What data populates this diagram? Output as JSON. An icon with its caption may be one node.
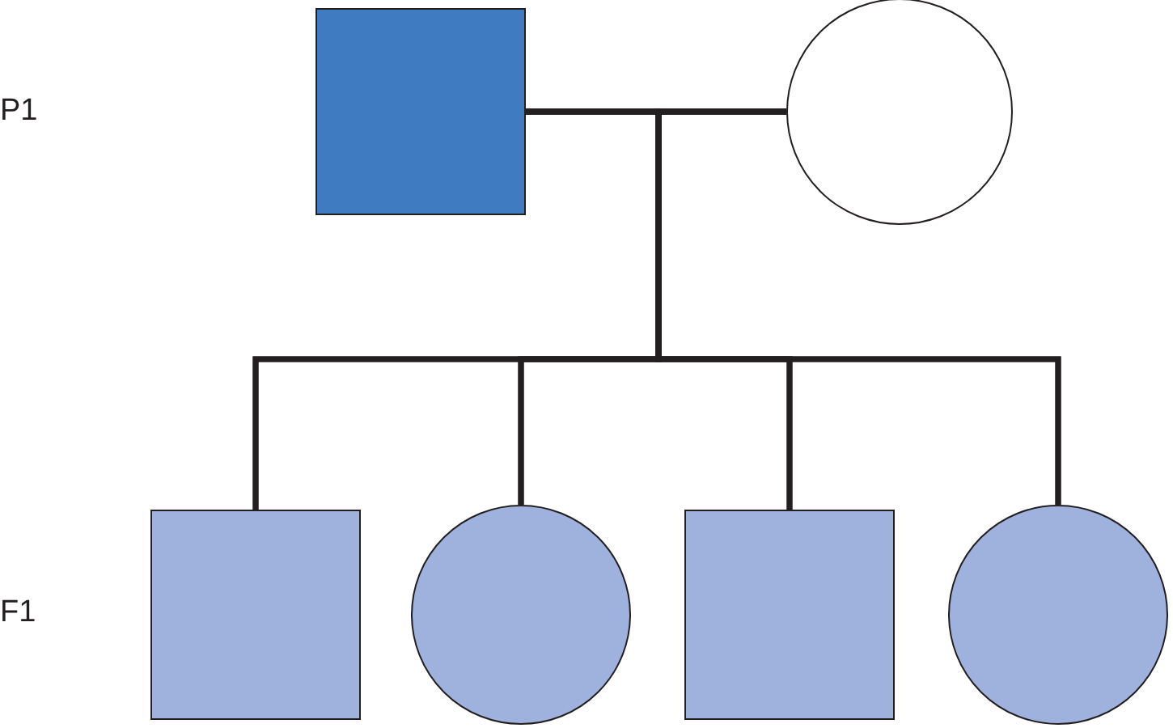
{
  "diagram": {
    "nodes": [
      {
        "text": [],
        "shape": "box"
      },
      {
        "text": [],
        "shape": "circle"
      },
      {
        "text": [],
        "shape": "box"
      },
      {
        "text": [],
        "shape": "circle"
      },
      {
        "text": [],
        "shape": "box"
      },
      {
        "text": [],
        "shape": "circle"
      }
    ],
    "edges": [
      {
        "from": 0,
        "to": 1,
        "arrow": "none"
      },
      {
        "from": 0,
        "to": 2,
        "arrow": "none"
      },
      {
        "from": 0,
        "to": 3,
        "arrow": "none"
      },
      {
        "from": 0,
        "to": 4,
        "arrow": "none"
      },
      {
        "from": 0,
        "to": 5,
        "arrow": "none"
      },
      {
        "from": 1,
        "to": 2,
        "arrow": "none"
      },
      {
        "from": 1,
        "to": 3,
        "arrow": "none"
      },
      {
        "from": 1,
        "to": 4,
        "arrow": "none"
      },
      {
        "from": 1,
        "to": 5,
        "arrow": "none"
      }
    ],
    "labels": [
      "P1",
      "F1"
    ]
  }
}
